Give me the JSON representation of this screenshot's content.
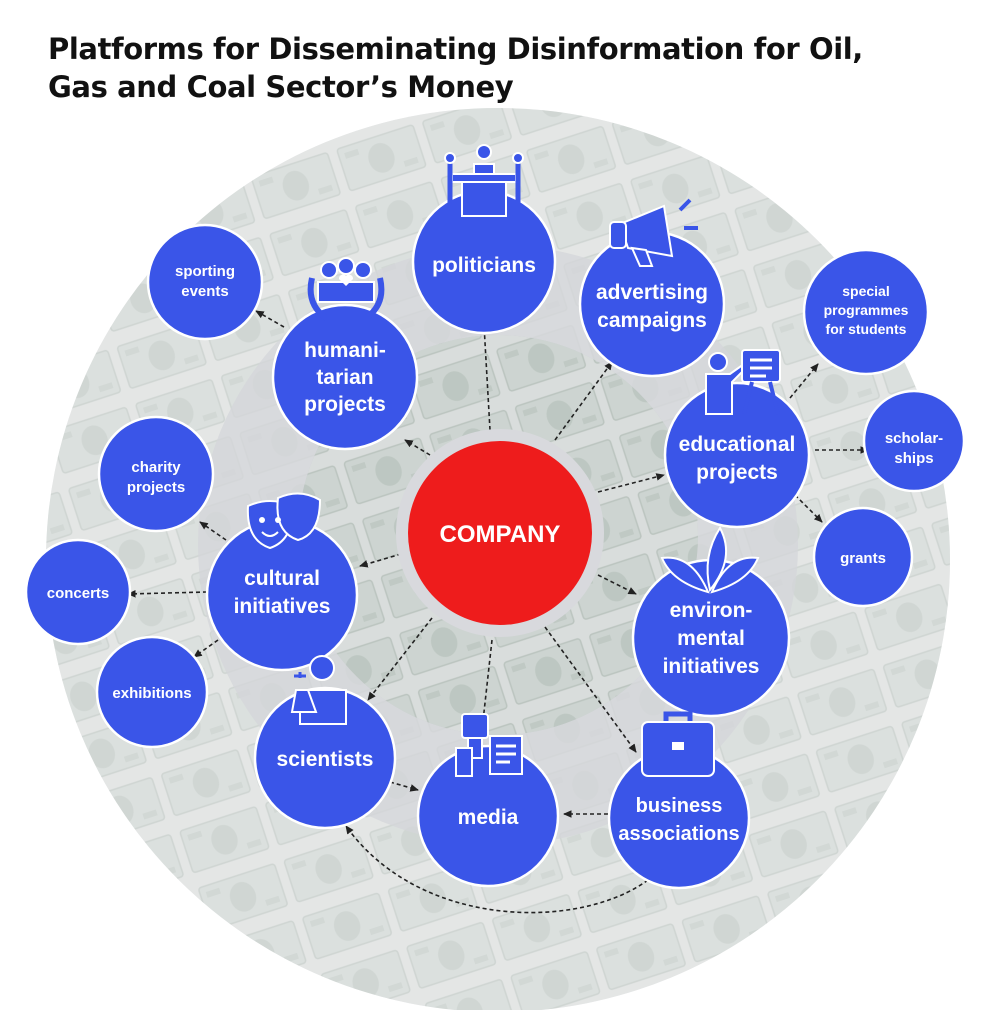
{
  "title": {
    "line1": "Platforms for Disseminating Disinformation for Oil,",
    "line2": "Gas and Coal Sector’s Money"
  },
  "colors": {
    "node": "#3a55e8",
    "center": "#ee1c1c",
    "ring_outer": "#e6e6ea",
    "ring_mid": "#c9c9cf",
    "ring_inner": "#b6b8c0",
    "arrow": "#222222"
  },
  "nodes": {
    "center": {
      "lines": [
        "COMPANY"
      ]
    },
    "politicians": {
      "lines": [
        "politicians"
      ],
      "icon": "podium-speaker-icon"
    },
    "advertising": {
      "lines": [
        "advertising",
        "campaigns"
      ],
      "icon": "megaphone-icon"
    },
    "humanitarian": {
      "lines": [
        "humani-",
        "tarian",
        "projects"
      ],
      "icon": "family-in-hands-icon"
    },
    "educational": {
      "lines": [
        "educational",
        "projects"
      ],
      "icon": "teacher-at-board-icon"
    },
    "cultural": {
      "lines": [
        "cultural",
        "initiatives"
      ],
      "icon": "theater-masks-icon"
    },
    "environmental": {
      "lines": [
        "environ-",
        "mental",
        "initiatives"
      ],
      "icon": "leaves-icon"
    },
    "scientists": {
      "lines": [
        "scientists"
      ],
      "icon": "scientist-icon"
    },
    "media": {
      "lines": [
        "media"
      ],
      "icon": "microphone-newspaper-icon"
    },
    "business": {
      "lines": [
        "business",
        "associations"
      ],
      "icon": "briefcase-icon"
    },
    "sporting": {
      "lines": [
        "sporting",
        "events"
      ]
    },
    "charity": {
      "lines": [
        "charity",
        "projects"
      ]
    },
    "concerts": {
      "lines": [
        "concerts"
      ]
    },
    "exhibitions": {
      "lines": [
        "exhibitions"
      ]
    },
    "special": {
      "lines": [
        "special",
        "programmes",
        "for students"
      ]
    },
    "scholarships": {
      "lines": [
        "scholar-",
        "ships"
      ]
    },
    "grants": {
      "lines": [
        "grants"
      ]
    }
  }
}
